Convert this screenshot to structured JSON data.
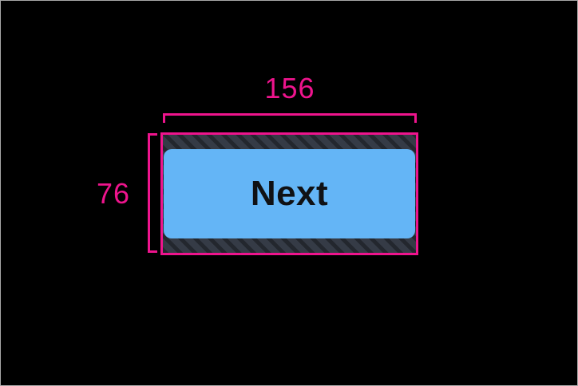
{
  "figure": {
    "background": "#000000",
    "border_color": "#A8A8A8",
    "description_colors": {
      "annotation_pink": "#EE148D",
      "button_blue": "#64B5F6",
      "hatch_base": "#353B46",
      "hatch_stripe": "rgba(0,0,0,0.34)",
      "button_text": "#101114"
    }
  },
  "measurements": {
    "width_label": "156",
    "height_label": "76"
  },
  "button": {
    "label": "Next"
  }
}
